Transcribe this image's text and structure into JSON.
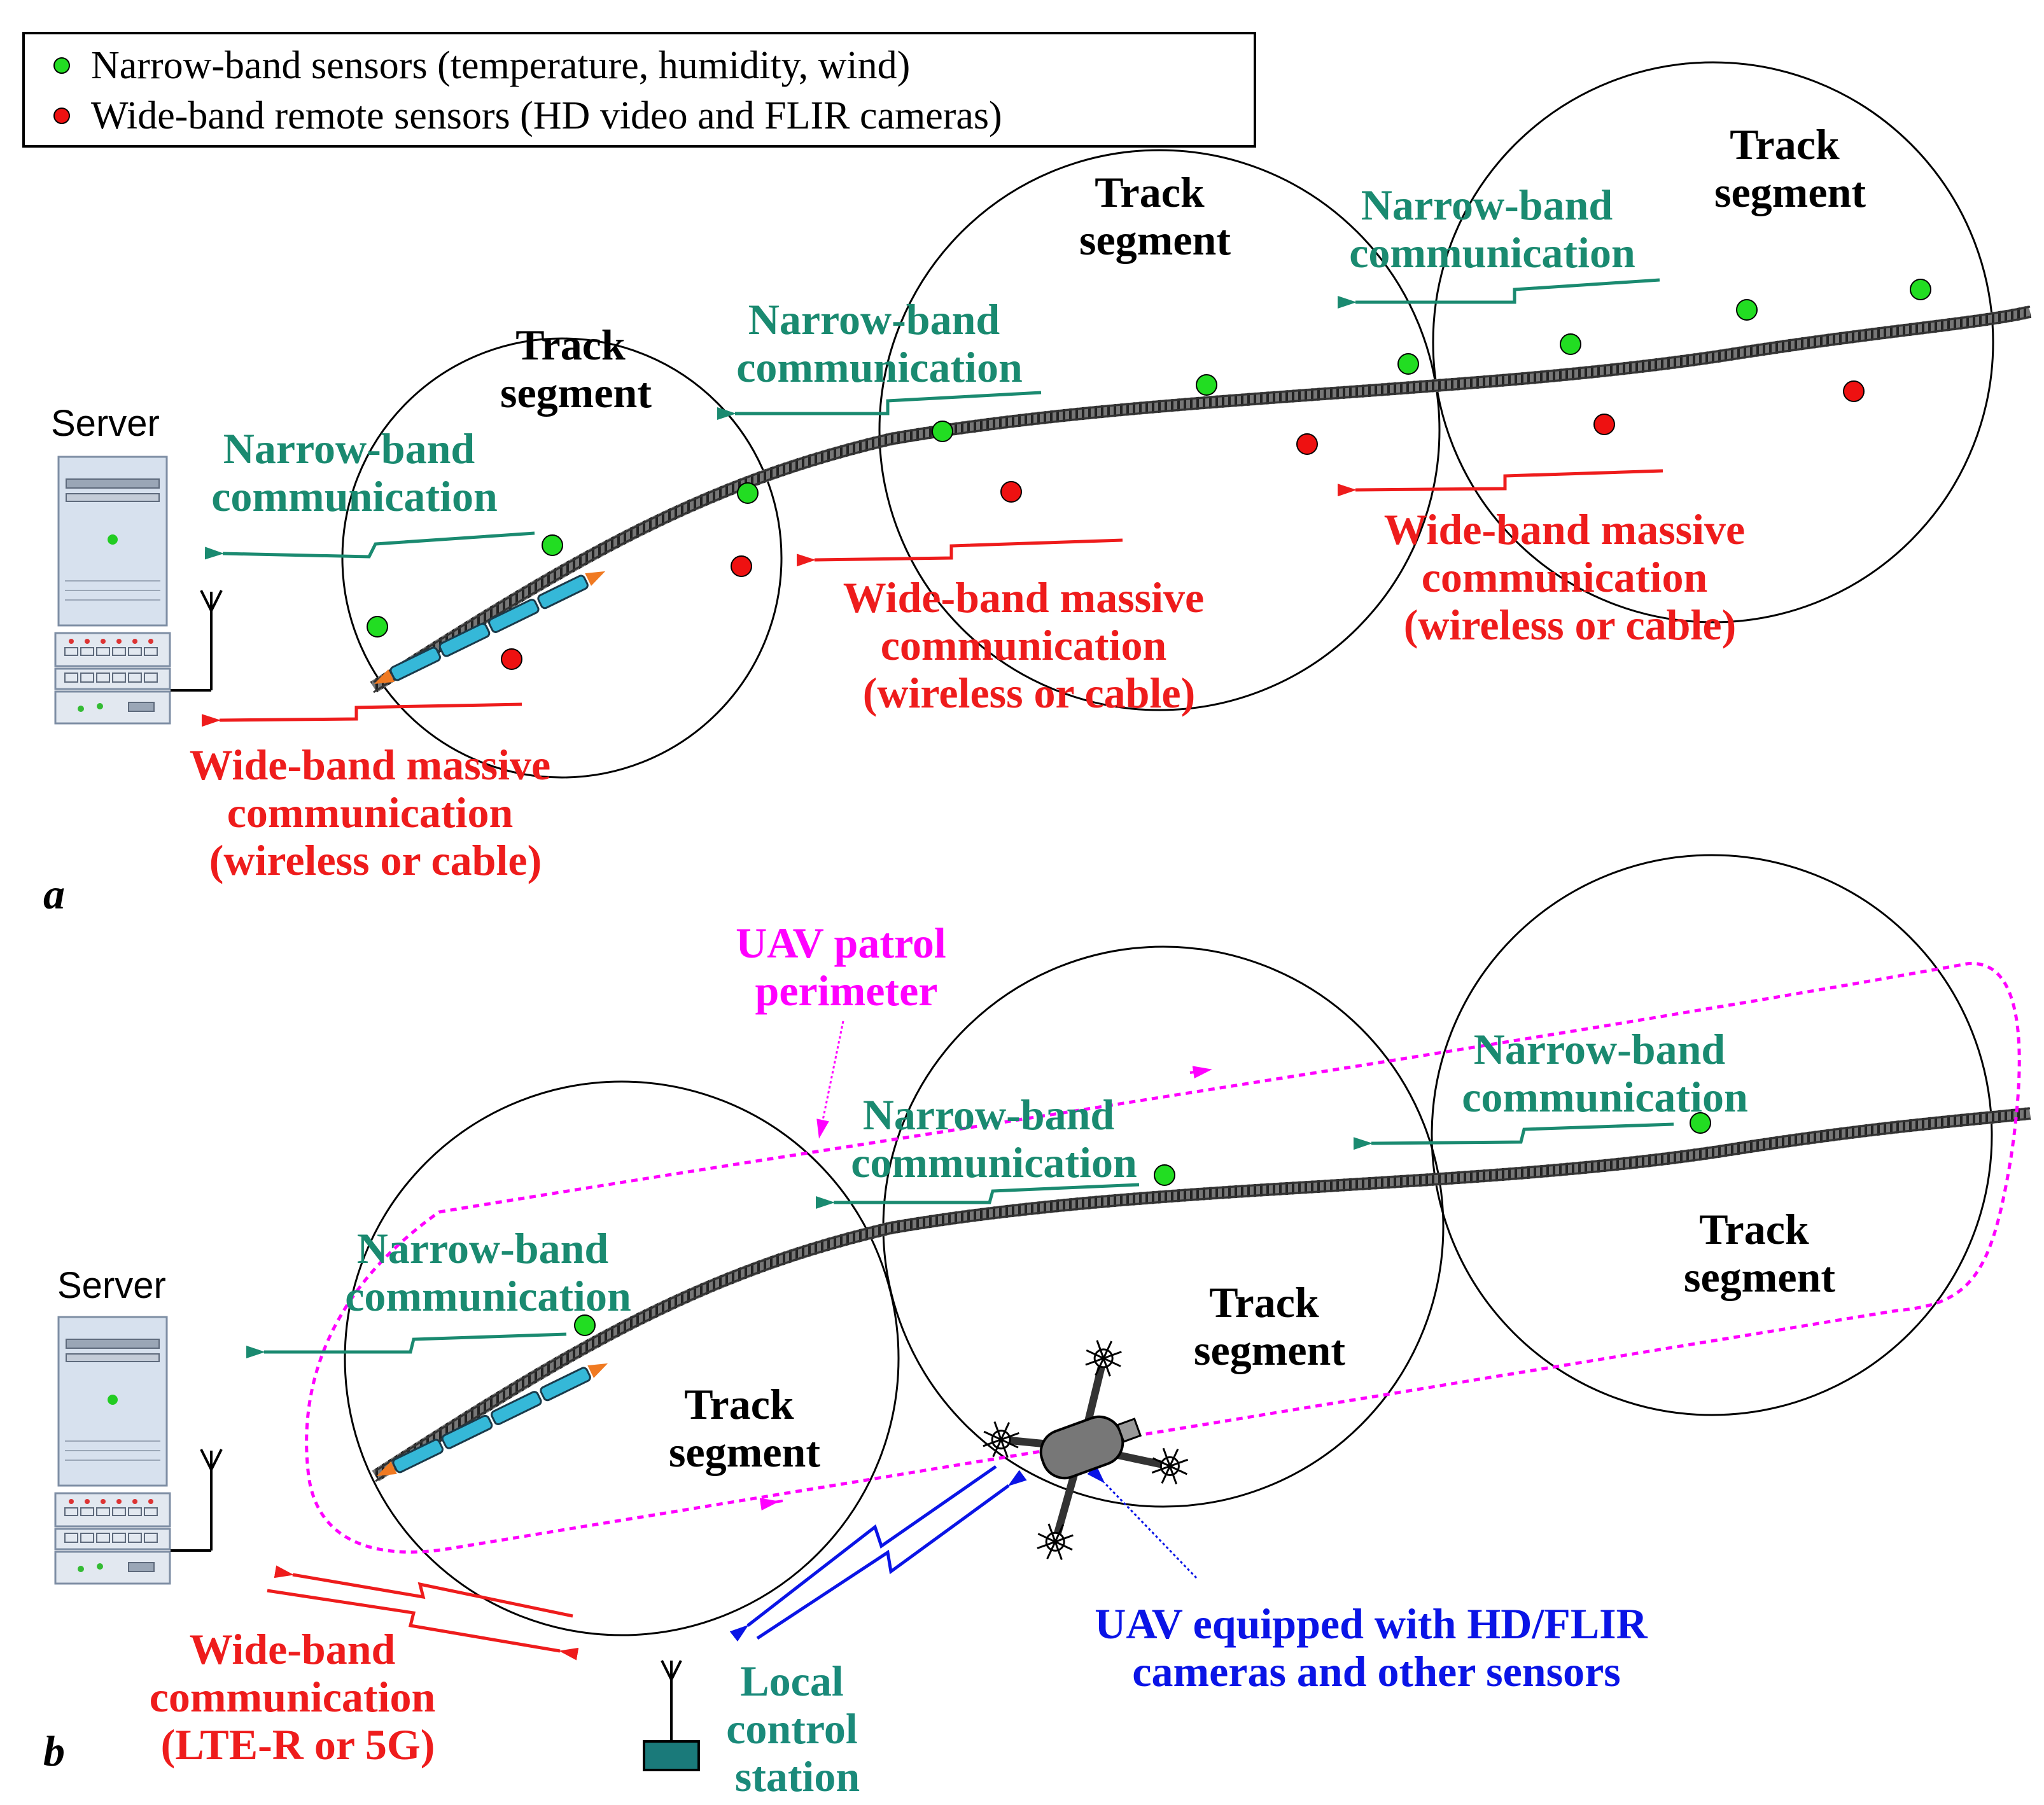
{
  "colors": {
    "narrow": "#1a8a70",
    "wide": "#ee1c1c",
    "uav": "#0a14e6",
    "patrol": "#ff00ff",
    "station": "#1a8a7a",
    "green_dot": "#22dd22",
    "red_dot": "#ee1111"
  },
  "legend": {
    "narrow_sensors": "Narrow-band sensors (temperature, humidity, wind)",
    "wide_sensors": "Wide-band remote sensors (HD video and FLIR cameras)"
  },
  "panel_a": {
    "tag": "a",
    "server_label": "Server",
    "segments": [
      {
        "line1": "Track",
        "line2": "segment"
      },
      {
        "line1": "Track",
        "line2": "segment"
      },
      {
        "line1": "Track",
        "line2": "segment"
      }
    ],
    "narrow_labels": [
      {
        "line1": "Narrow-band",
        "line2": "communication"
      },
      {
        "line1": "Narrow-band",
        "line2": "communication"
      },
      {
        "line1": "Narrow-band",
        "line2": "communication"
      }
    ],
    "wide_labels": [
      {
        "line1": "Wide-band massive",
        "line2": "communication",
        "line3": "(wireless or cable)"
      },
      {
        "line1": "Wide-band massive",
        "line2": "communication",
        "line3": "(wireless or cable)"
      },
      {
        "line1": "Wide-band massive",
        "line2": "communication",
        "line3": "(wireless or cable)"
      }
    ]
  },
  "panel_b": {
    "tag": "b",
    "server_label": "Server",
    "patrol_label": {
      "line1": "UAV patrol",
      "line2": "perimeter"
    },
    "segments": [
      {
        "line1": "Track",
        "line2": "segment"
      },
      {
        "line1": "Track",
        "line2": "segment"
      },
      {
        "line1": "Track",
        "line2": "segment"
      }
    ],
    "narrow_labels": [
      {
        "line1": "Narrow-band",
        "line2": "communication"
      },
      {
        "line1": "Narrow-band",
        "line2": "communication"
      },
      {
        "line1": "Narrow-band",
        "line2": "communication"
      }
    ],
    "wide_label": {
      "line1": "Wide-band",
      "line2": "communication",
      "line3": "(LTE-R or 5G)"
    },
    "station_label": {
      "line1": "Local",
      "line2": "control",
      "line3": "station"
    },
    "uav_label": {
      "line1": "UAV equipped with HD/FLIR",
      "line2": "cameras and other sensors"
    }
  }
}
